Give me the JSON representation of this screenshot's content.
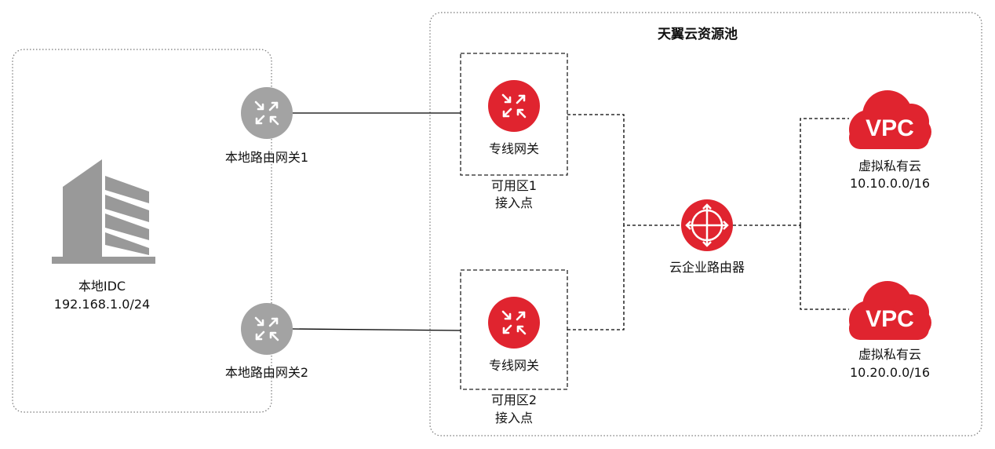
{
  "pool": {
    "title": "天翼云资源池"
  },
  "idc": {
    "name": "本地IDC",
    "cidr": "192.168.1.0/24"
  },
  "local_gateways": [
    {
      "label": "本地路由网关1"
    },
    {
      "label": "本地路由网关2"
    }
  ],
  "zones": [
    {
      "gateway": "专线网关",
      "zone": "可用区1",
      "access": "接入点"
    },
    {
      "gateway": "专线网关",
      "zone": "可用区2",
      "access": "接入点"
    }
  ],
  "router": {
    "label": "云企业路由器"
  },
  "vpcs": [
    {
      "badge": "VPC",
      "name": "虚拟私有云",
      "cidr": "10.10.0.0/16"
    },
    {
      "badge": "VPC",
      "name": "虚拟私有云",
      "cidr": "10.20.0.0/16"
    }
  ],
  "colors": {
    "accent_red": "#e0242f",
    "gateway_gray": "#a3a3a3",
    "building_gray": "#999999"
  }
}
